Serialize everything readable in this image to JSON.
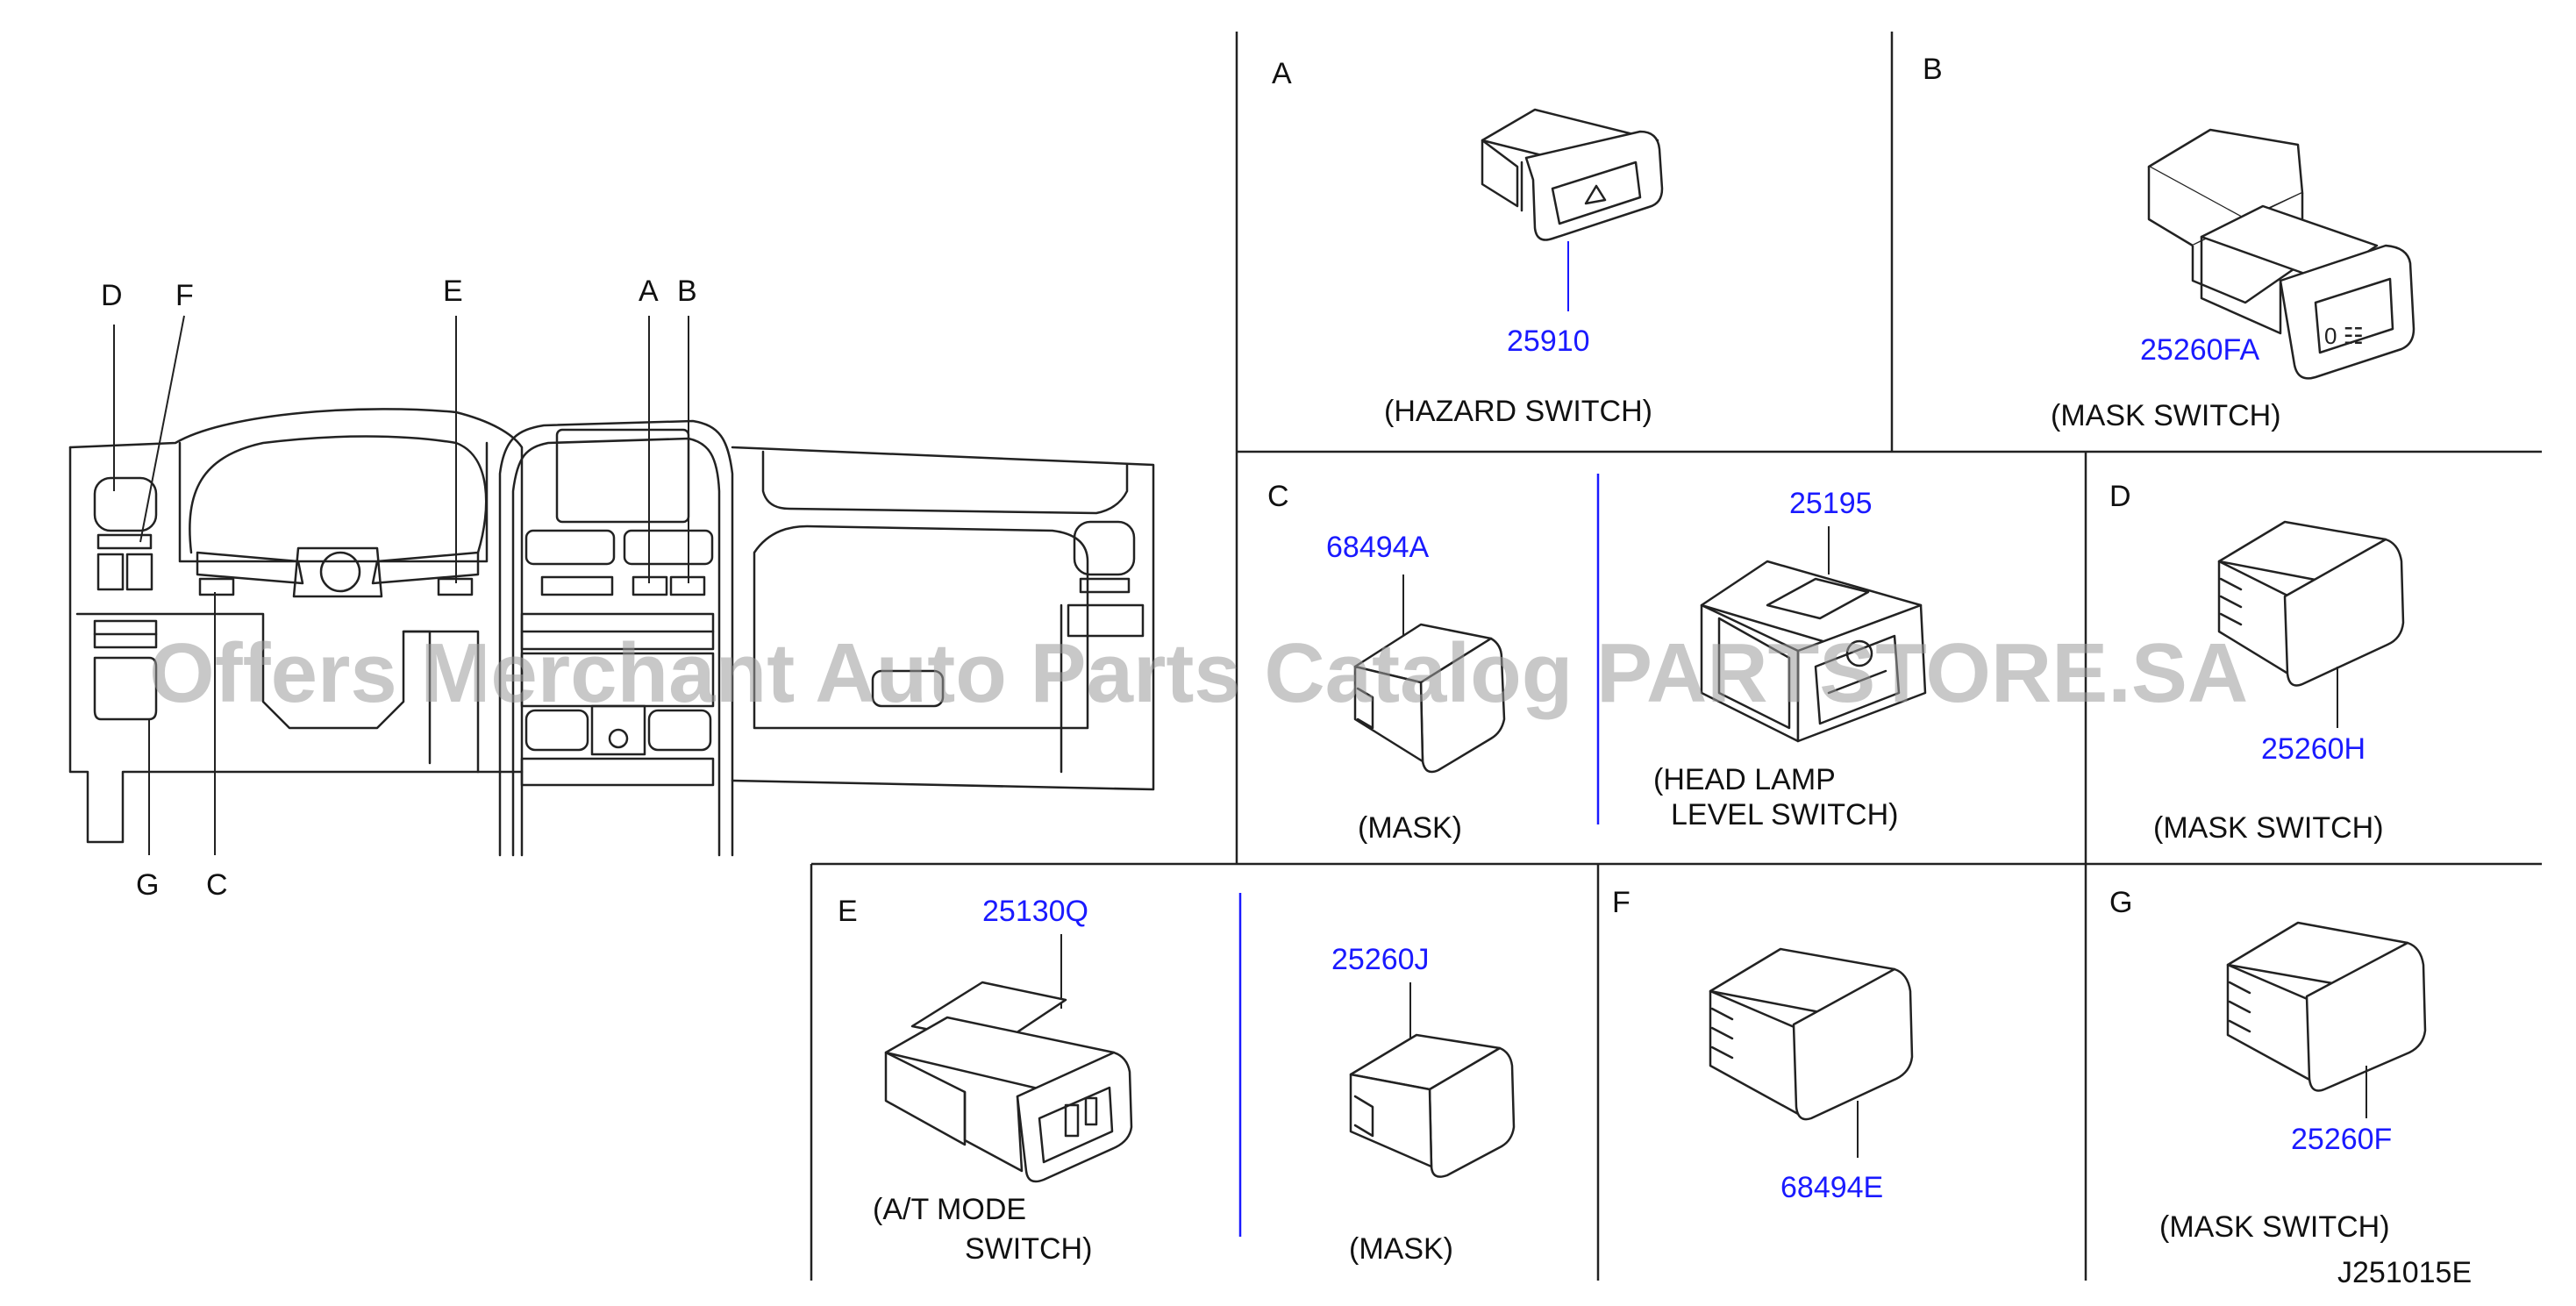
{
  "dashboard": {
    "callouts": [
      "D",
      "F",
      "E",
      "A",
      "B",
      "G",
      "C"
    ]
  },
  "panels": {
    "A": {
      "letter": "A",
      "part": "25910",
      "caption": [
        "(HAZARD   SWITCH)"
      ]
    },
    "B": {
      "letter": "B",
      "part": "25260FA",
      "caption": [
        "(MASK   SWITCH)"
      ]
    },
    "C": {
      "letter": "C",
      "part": "68494A",
      "caption": [
        "(MASK)"
      ]
    },
    "C2": {
      "part": "25195",
      "caption": [
        "(HEAD   LAMP",
        "LEVEL   SWITCH)"
      ]
    },
    "D": {
      "letter": "D",
      "part": "25260H",
      "caption": [
        "(MASK   SWITCH)"
      ]
    },
    "E": {
      "letter": "E",
      "part": "25130Q",
      "caption": [
        "(A/T   MODE",
        "SWITCH)"
      ]
    },
    "E2": {
      "part": "25260J",
      "caption": [
        "(MASK)"
      ]
    },
    "F": {
      "letter": "F",
      "part": "68494E"
    },
    "G": {
      "letter": "G",
      "part": "25260F",
      "caption": [
        "(MASK   SWITCH)"
      ]
    }
  },
  "drawing_code": "J251015E",
  "watermark": "Offers Merchant Auto Parts Catalog PARTSTORE.SA",
  "colors": {
    "part_number": "#1a1aff",
    "ink": "#222222",
    "watermark": "#9a9a9a"
  }
}
